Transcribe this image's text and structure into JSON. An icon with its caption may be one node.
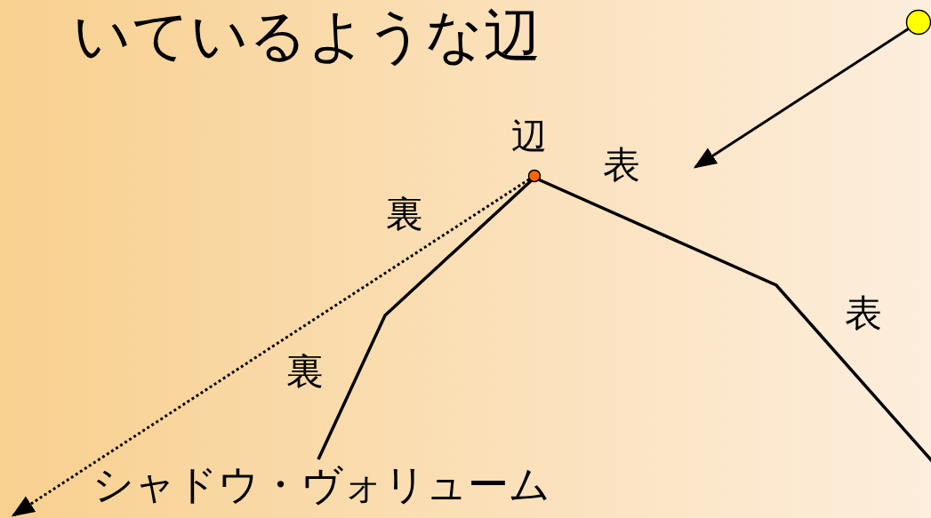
{
  "diagram": {
    "title": "いているような辺",
    "nodes": [
      {
        "text": [],
        "shape": "circle"
      },
      {
        "text": [],
        "shape": "circle",
        "beside": [
          "辺"
        ]
      }
    ],
    "edges": [
      {
        "from": 0,
        "to": null,
        "arrow": "to"
      },
      {
        "from": 1,
        "to": null,
        "arrow": "to",
        "style": "dashed"
      }
    ],
    "labels": [
      "表",
      "裏",
      "表",
      "裏",
      "シャドウ・ヴォリューム"
    ]
  }
}
